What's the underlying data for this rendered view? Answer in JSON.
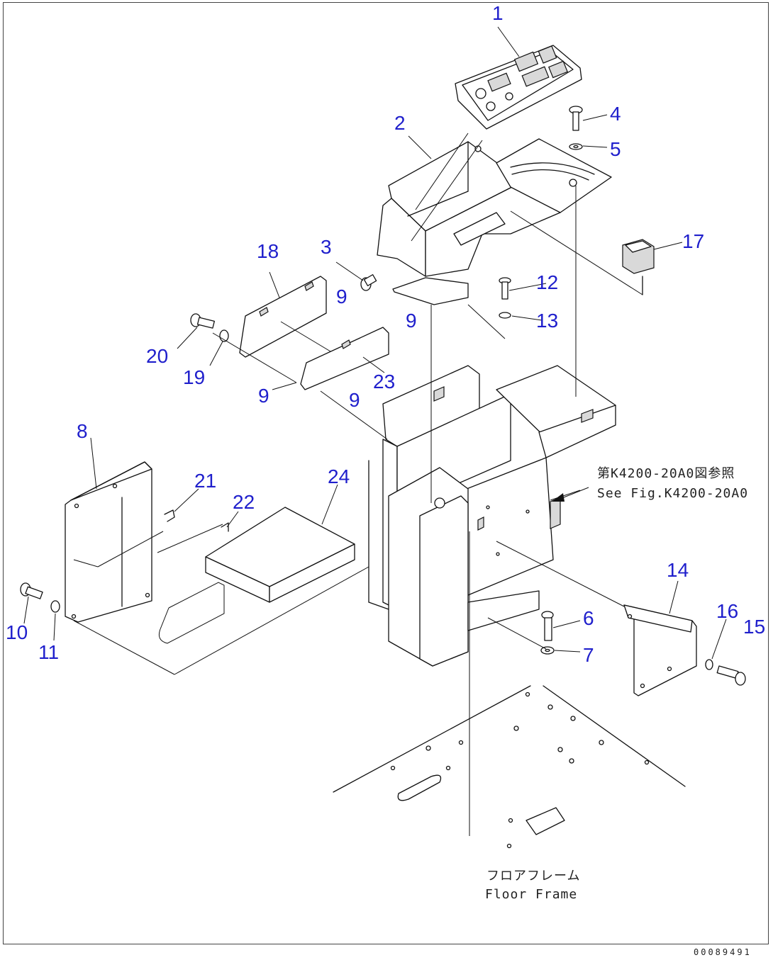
{
  "callouts": {
    "c1": "1",
    "c2": "2",
    "c3": "3",
    "c4": "4",
    "c5": "5",
    "c6": "6",
    "c7": "7",
    "c8": "8",
    "c9a": "9",
    "c9b": "9",
    "c9c": "9",
    "c9d": "9",
    "c10": "10",
    "c11": "11",
    "c12": "12",
    "c13": "13",
    "c14": "14",
    "c15": "15",
    "c16": "16",
    "c17": "17",
    "c18": "18",
    "c19": "19",
    "c20": "20",
    "c21": "21",
    "c22": "22",
    "c23": "23",
    "c24": "24"
  },
  "notes": {
    "see_fig_jp": "第K4200-20A0図参照",
    "see_fig_en": "See Fig.K4200-20A0",
    "floor_frame_jp": "フロアフレーム",
    "floor_frame_en": "Floor Frame"
  },
  "document_id": "00089491",
  "colors": {
    "callout": "#1f1fcc",
    "linework": "#111111"
  }
}
